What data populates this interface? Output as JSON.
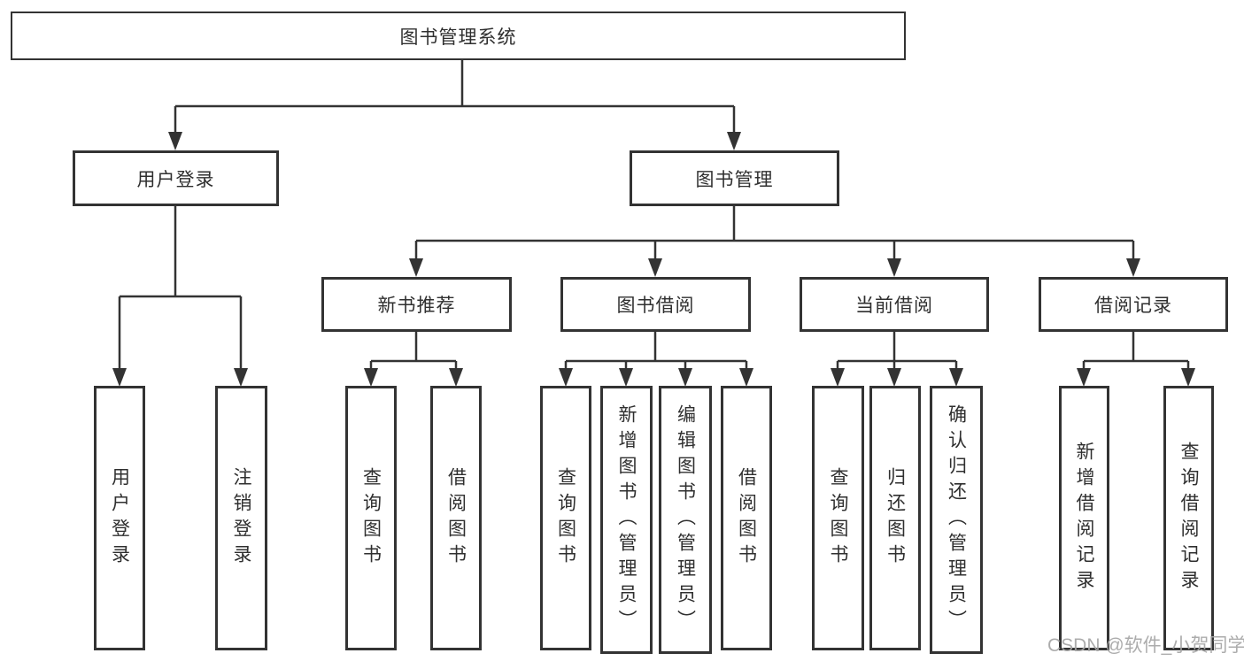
{
  "diagram": {
    "root": {
      "label": "图书管理系统"
    },
    "level2": [
      {
        "label": "用户登录"
      },
      {
        "label": "图书管理"
      }
    ],
    "level3": [
      {
        "label": "新书推荐"
      },
      {
        "label": "图书借阅"
      },
      {
        "label": "当前借阅"
      },
      {
        "label": "借阅记录"
      }
    ],
    "leaves": [
      {
        "label": "用户登录"
      },
      {
        "label": "注销登录"
      },
      {
        "label": "查询图书"
      },
      {
        "label": "借阅图书"
      },
      {
        "label": "查询图书"
      },
      {
        "label": "新增图书（管理员）"
      },
      {
        "label": "编辑图书（管理员）"
      },
      {
        "label": "借阅图书"
      },
      {
        "label": "查询图书"
      },
      {
        "label": "归还图书"
      },
      {
        "label": "确认归还（管理员）"
      },
      {
        "label": "新增借阅记录"
      },
      {
        "label": "查询借阅记录"
      }
    ]
  },
  "watermark": {
    "text": "CSDN @软件_小贺同学"
  },
  "colors": {
    "line": "#333333",
    "border": "#333333",
    "text": "#2f2f2f",
    "watermark": "#a6a6a6",
    "background": "#ffffff"
  }
}
